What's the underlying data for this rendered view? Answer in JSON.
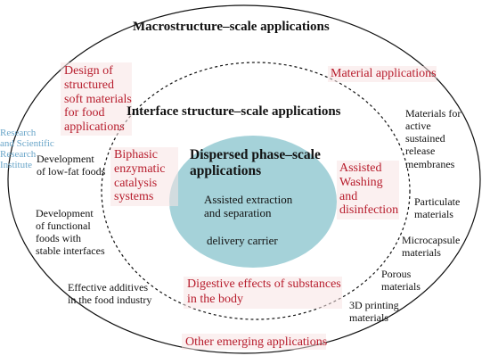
{
  "title_outer": "Macrostructure–scale applications",
  "title_mid": "Interface structure–scale applications",
  "title_core": [
    "Dispersed phase–scale",
    "applications"
  ],
  "core_items": [
    [
      "Assisted extraction",
      "and separation"
    ],
    [
      "delivery carrier"
    ]
  ],
  "outer_left": [
    [
      "Design of",
      "structured",
      "soft materials",
      "for food",
      "applications"
    ],
    [
      "Development",
      "of low-fat foods"
    ],
    [
      "Development",
      "of functional",
      "foods with",
      "stable interfaces"
    ],
    [
      "Effective additives",
      "in the food industry"
    ]
  ],
  "outer_right": [
    [
      "Material applications"
    ],
    [
      "Materials for",
      "active",
      "sustained",
      "release",
      "membranes"
    ],
    [
      "Particulate",
      "materials"
    ],
    [
      "Microcapsule",
      "materials"
    ],
    [
      "Porous",
      "materials"
    ],
    [
      "3D printing",
      "materials"
    ]
  ],
  "outer_bottom": [
    "Other emerging applications"
  ],
  "mid_items": [
    [
      "Biphasic",
      "enzymatic",
      "catalysis",
      "systems"
    ],
    [
      "Assisted",
      "Washing",
      "and",
      "disinfection"
    ],
    [
      "Digestive effects of substances",
      "in the body"
    ]
  ],
  "faint_text": [
    "Research",
    "and Scientific",
    "Research",
    "Institute"
  ],
  "colors": {
    "core_fill": "#a5d2d9",
    "ellipse_stroke": "#111111",
    "red_text": "#b71c2c",
    "highlight": "#f7e3e3"
  }
}
